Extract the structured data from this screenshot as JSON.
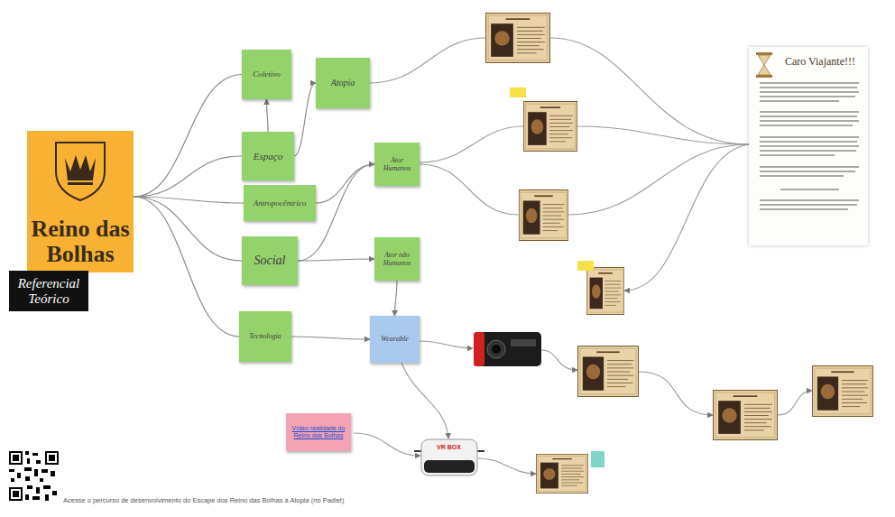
{
  "diagram": {
    "caption": "Acesse o percurso de desenvolvimento do Escape dos Reino das Bolhas à Atopia (no Padlet)",
    "nodes": [
      {
        "text": [
          "Reino das Bolhas"
        ]
      },
      {
        "text": [
          "Referencial Teórico"
        ]
      },
      {
        "text": [
          "Coletivo"
        ]
      },
      {
        "text": [
          "Espaço"
        ]
      },
      {
        "text": [
          "Antropocêntrico"
        ]
      },
      {
        "text": [
          "Social"
        ]
      },
      {
        "text": [
          "Tecnologia"
        ]
      },
      {
        "text": [
          "Atopia"
        ]
      },
      {
        "text": [
          "Ator Humanos"
        ]
      },
      {
        "text": [
          "Ator não Humanos"
        ]
      },
      {
        "text": [
          "Wearable"
        ]
      },
      {
        "text": [
          "Caro Viajante!!!"
        ]
      },
      {
        "text": [
          "Vídeo realidade do Reino das Bolhas"
        ]
      }
    ],
    "edges": [
      {
        "from": 0,
        "to": 2,
        "arrow": "none"
      },
      {
        "from": 0,
        "to": 3,
        "arrow": "none"
      },
      {
        "from": 0,
        "to": 4,
        "arrow": "none"
      },
      {
        "from": 0,
        "to": 5,
        "arrow": "none"
      },
      {
        "from": 0,
        "to": 6,
        "arrow": "none"
      },
      {
        "from": 3,
        "to": 2,
        "arrow": "to"
      },
      {
        "from": 3,
        "to": 7,
        "arrow": "to"
      },
      {
        "from": 4,
        "to": 8,
        "arrow": "to"
      },
      {
        "from": 5,
        "to": 8,
        "arrow": "to"
      },
      {
        "from": 5,
        "to": 9,
        "arrow": "to"
      },
      {
        "from": 6,
        "to": 10,
        "arrow": "to"
      },
      {
        "from": 9,
        "to": 10,
        "arrow": "to"
      }
    ],
    "labels": [
      "VR BOX"
    ]
  }
}
